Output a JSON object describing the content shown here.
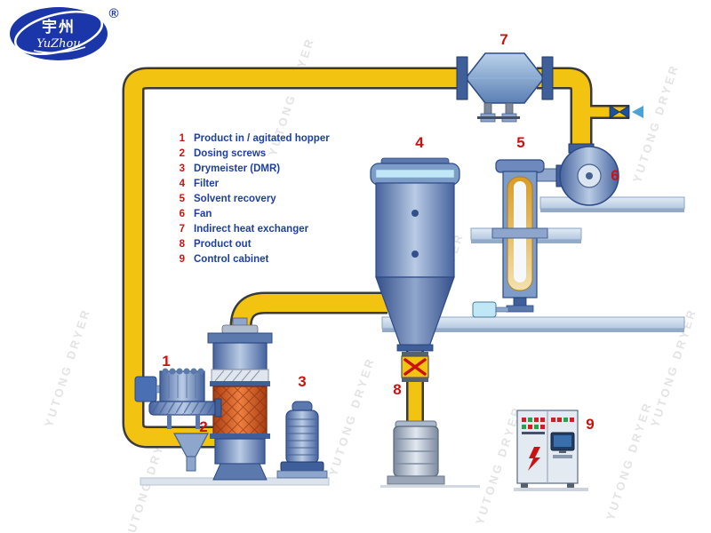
{
  "logo": {
    "brand_cn": "宇州",
    "brand_en": "YuZhou",
    "registered_mark": "®"
  },
  "watermark": {
    "text": "YUTONG DRYER"
  },
  "legend": {
    "items": [
      {
        "num": "1",
        "label": "Product in / agitated hopper"
      },
      {
        "num": "2",
        "label": "Dosing screws"
      },
      {
        "num": "3",
        "label": "Drymeister (DMR)"
      },
      {
        "num": "4",
        "label": "Filter"
      },
      {
        "num": "5",
        "label": "Solvent recovery"
      },
      {
        "num": "6",
        "label": "Fan"
      },
      {
        "num": "7",
        "label": "Indirect heat exchanger"
      },
      {
        "num": "8",
        "label": "Product out"
      },
      {
        "num": "9",
        "label": "Control cabinet"
      }
    ]
  },
  "diagram": {
    "numbers": {
      "product_in": "1",
      "dosing_screws": "2",
      "drymeister": "3",
      "filter": "4",
      "solvent_recovery": "5",
      "fan": "6",
      "heat_exchanger": "7",
      "product_out": "8",
      "control_cabinet": "9"
    }
  },
  "colors": {
    "pipe_yellow": "#f2c411",
    "pipe_outline": "#3a3a3a",
    "equipment_blue": "#6d89bd",
    "platform_blue": "#c9d8ea",
    "heater_orange": "#e06b30",
    "label_red": "#cc1111",
    "legend_text": "#1d3f9e",
    "logo_blue": "#1b36a8",
    "arrow_blue": "#4aa3d8"
  }
}
